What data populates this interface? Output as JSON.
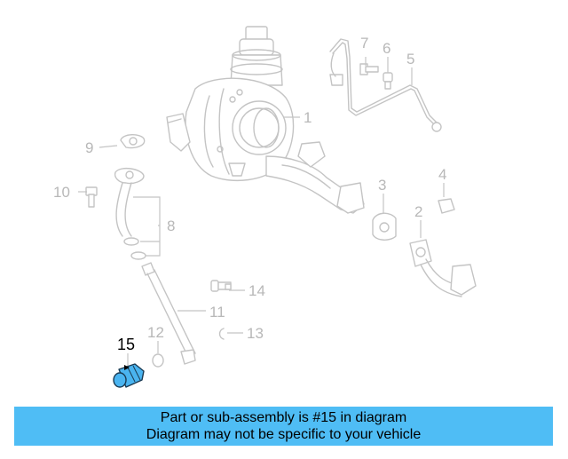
{
  "diagram": {
    "callouts": [
      {
        "id": "1",
        "label": "1"
      },
      {
        "id": "2",
        "label": "2"
      },
      {
        "id": "3",
        "label": "3"
      },
      {
        "id": "4",
        "label": "4"
      },
      {
        "id": "5",
        "label": "5"
      },
      {
        "id": "6",
        "label": "6"
      },
      {
        "id": "7",
        "label": "7"
      },
      {
        "id": "8",
        "label": "8"
      },
      {
        "id": "9",
        "label": "9"
      },
      {
        "id": "10",
        "label": "10"
      },
      {
        "id": "11",
        "label": "11"
      },
      {
        "id": "12",
        "label": "12"
      },
      {
        "id": "13",
        "label": "13"
      },
      {
        "id": "14",
        "label": "14"
      }
    ],
    "highlighted": {
      "id": "15",
      "label": "15",
      "fill_color": "#4ab4f0"
    }
  },
  "banner": {
    "line1": "Part or sub-assembly is #15 in diagram",
    "line2": "Diagram may not be specific to your vehicle",
    "background_color": "#4fbdf5"
  }
}
